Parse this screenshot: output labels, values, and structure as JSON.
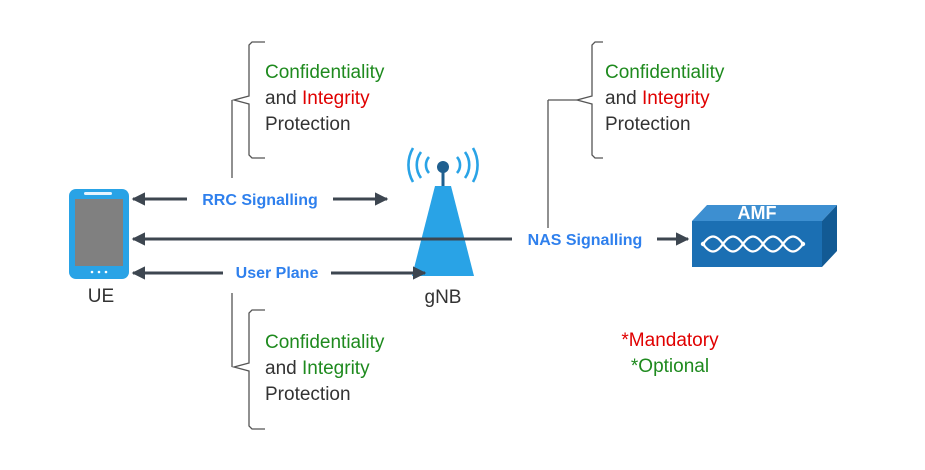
{
  "colors": {
    "mandatory": "#e00000",
    "optional": "#1e8a1e",
    "flow_label": "#2f80ed",
    "arrow": "#3d4650",
    "device_blue": "#29a3e6",
    "amf_blue": "#1b6fb3"
  },
  "nodes": {
    "ue": {
      "label": "UE",
      "icon": "mobile-phone-icon"
    },
    "gnb": {
      "label": "gNB",
      "icon": "radio-tower-icon"
    },
    "amf": {
      "label": "AMF",
      "icon": "amf-server-icon"
    }
  },
  "flows": {
    "rrc": "RRC Signalling",
    "nas": "NAS Signalling",
    "user_plane": "User Plane"
  },
  "annotations": {
    "rrc": {
      "word1": "Confidentiality",
      "word1_status": "optional",
      "connector": "and",
      "word2": "Integrity",
      "word2_status": "mandatory",
      "word3": "Protection"
    },
    "nas": {
      "word1": "Confidentiality",
      "word1_status": "optional",
      "connector": "and",
      "word2": "Integrity",
      "word2_status": "mandatory",
      "word3": "Protection"
    },
    "user_plane": {
      "word1": "Confidentiality",
      "word1_status": "optional",
      "connector": "and",
      "word2": "Integrity",
      "word2_status": "optional",
      "word3": "Protection"
    }
  },
  "legend": {
    "mandatory": "*Mandatory",
    "optional": "*Optional"
  }
}
